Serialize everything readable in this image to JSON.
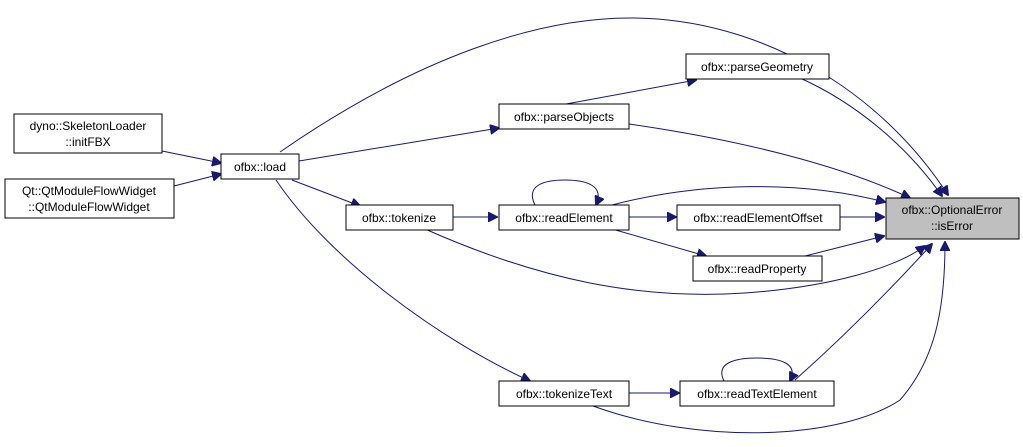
{
  "nodes": {
    "skeleton_loader": {
      "lines": [
        "dyno::SkeletonLoader",
        "::initFBX"
      ]
    },
    "flow_widget": {
      "lines": [
        "Qt::QtModuleFlowWidget",
        "::QtModuleFlowWidget"
      ]
    },
    "load": {
      "lines": [
        "ofbx::load"
      ]
    },
    "parse_objects": {
      "lines": [
        "ofbx::parseObjects"
      ]
    },
    "parse_geometry": {
      "lines": [
        "ofbx::parseGeometry"
      ]
    },
    "tokenize": {
      "lines": [
        "ofbx::tokenize"
      ]
    },
    "read_element": {
      "lines": [
        "ofbx::readElement"
      ]
    },
    "read_element_offset": {
      "lines": [
        "ofbx::readElementOffset"
      ]
    },
    "read_property": {
      "lines": [
        "ofbx::readProperty"
      ]
    },
    "tokenize_text": {
      "lines": [
        "ofbx::tokenizeText"
      ]
    },
    "read_text_element": {
      "lines": [
        "ofbx::readTextElement"
      ]
    },
    "is_error": {
      "lines": [
        "ofbx::OptionalError",
        "::isError"
      ]
    }
  },
  "colors": {
    "edge": "#191970",
    "focus_fill": "#bfbfbf",
    "node_fill": "#ffffff"
  }
}
